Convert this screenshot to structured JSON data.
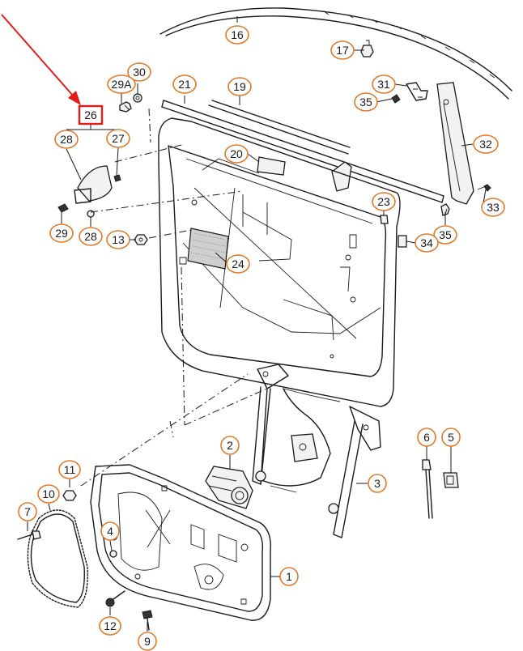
{
  "colors": {
    "callout_border": "#e07a2a",
    "highlight": "#e21b1b",
    "line": "#1a1a1a"
  },
  "highlighted_callout": "26",
  "callouts": [
    {
      "id": "c16",
      "label": "16"
    },
    {
      "id": "c17",
      "label": "17"
    },
    {
      "id": "c30",
      "label": "30"
    },
    {
      "id": "c29a",
      "label": "29A"
    },
    {
      "id": "c26",
      "label": "26"
    },
    {
      "id": "c21",
      "label": "21"
    },
    {
      "id": "c19",
      "label": "19"
    },
    {
      "id": "c31",
      "label": "31"
    },
    {
      "id": "c35a",
      "label": "35"
    },
    {
      "id": "c28a",
      "label": "28"
    },
    {
      "id": "c27",
      "label": "27"
    },
    {
      "id": "c32",
      "label": "32"
    },
    {
      "id": "c20",
      "label": "20"
    },
    {
      "id": "c33",
      "label": "33"
    },
    {
      "id": "c23",
      "label": "23"
    },
    {
      "id": "c29",
      "label": "29"
    },
    {
      "id": "c28b",
      "label": "28"
    },
    {
      "id": "c13",
      "label": "13"
    },
    {
      "id": "c35b",
      "label": "35"
    },
    {
      "id": "c34",
      "label": "34"
    },
    {
      "id": "c24",
      "label": "24"
    },
    {
      "id": "c6",
      "label": "6"
    },
    {
      "id": "c5",
      "label": "5"
    },
    {
      "id": "c2",
      "label": "2"
    },
    {
      "id": "c3",
      "label": "3"
    },
    {
      "id": "c11",
      "label": "11"
    },
    {
      "id": "c10",
      "label": "10"
    },
    {
      "id": "c7",
      "label": "7"
    },
    {
      "id": "c4",
      "label": "4"
    },
    {
      "id": "c1",
      "label": "1"
    },
    {
      "id": "c12",
      "label": "12"
    },
    {
      "id": "c9",
      "label": "9"
    }
  ]
}
